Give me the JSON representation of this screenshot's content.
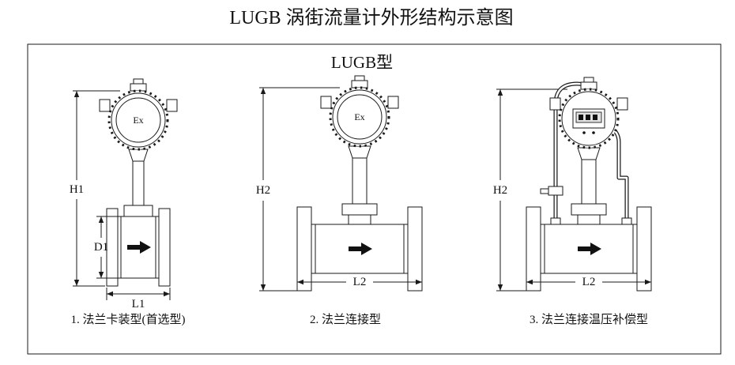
{
  "title": "LUGB 涡街流量计外形结构示意图",
  "panel": {
    "header": "LUGB型"
  },
  "colors": {
    "line": "#1a1a1a",
    "background": "#ffffff"
  },
  "figures": [
    {
      "ex": "Ex",
      "dim_h": "H1",
      "dim_d": "D1",
      "dim_l": "L1",
      "caption": "1. 法兰卡装型(首选型)"
    },
    {
      "ex": "Ex",
      "dim_h": "H2",
      "dim_l": "L2",
      "caption": "2. 法兰连接型"
    },
    {
      "dim_h": "H2",
      "dim_l": "L2",
      "caption": "3. 法兰连接温压补偿型"
    }
  ]
}
